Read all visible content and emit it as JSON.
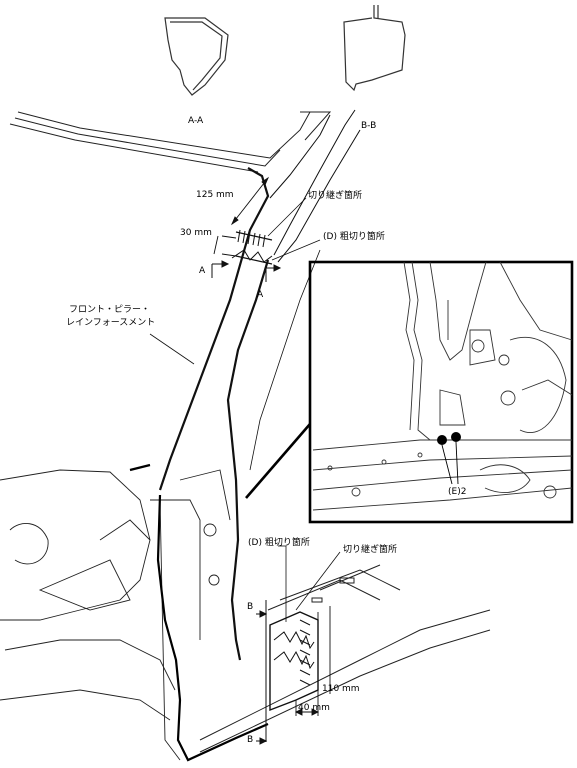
{
  "section_labels": {
    "aa": "A-A",
    "bb": "B-B"
  },
  "dimensions": {
    "top_125": "125 mm",
    "top_30": "30 mm",
    "bottom_110": "110 mm",
    "bottom_40": "40 mm"
  },
  "callouts": {
    "cut_joint_top": "切り継ぎ箇所",
    "rough_cut_top": "(D) 粗切り箇所",
    "part_name_line1": "フロント・ピラー・",
    "part_name_line2": "レインフォースメント",
    "rough_cut_bottom": "(D) 粗切り箇所",
    "cut_joint_bottom": "切り継ぎ箇所",
    "weld_spots": "(E)2"
  },
  "section_markers": {
    "a_left": "A",
    "a_right": "A",
    "b_top": "B",
    "b_bottom": "B"
  }
}
